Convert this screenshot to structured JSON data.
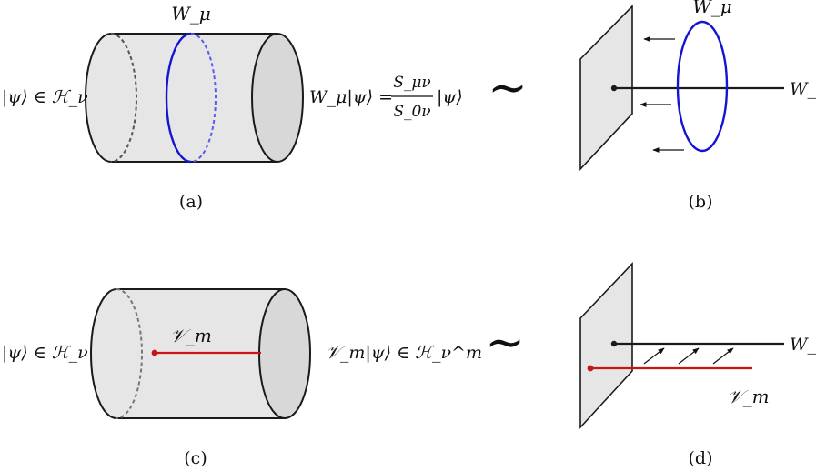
{
  "panels": {
    "a": {
      "caption": "(a)",
      "loop_label": "W_μ",
      "left_state": "|ψ⟩ ∈ ℋ_ν",
      "right_lhs": "W_μ|ψ⟩ =",
      "frac_num": "S_μν",
      "frac_den": "S_0ν",
      "right_tail": "|ψ⟩"
    },
    "b": {
      "caption": "(b)",
      "loop_label": "W_μ",
      "line_label": "W_ν"
    },
    "c": {
      "caption": "(c)",
      "line_label": "𝒱_m",
      "left_state": "|ψ⟩ ∈ ℋ_ν",
      "right_state": "𝒱_m|ψ⟩ ∈ ℋ_ν^m"
    },
    "d": {
      "caption": "(d)",
      "line_label": "W_ν",
      "red_label": "𝒱_m"
    },
    "equiv_symbol": "∼",
    "colors": {
      "surface_fill": "#e6e6e6",
      "cap_fill": "#d8d8d8",
      "outline": "#1a1a1a",
      "loop_blue": "#1414d2",
      "line_red": "#c81414"
    }
  }
}
